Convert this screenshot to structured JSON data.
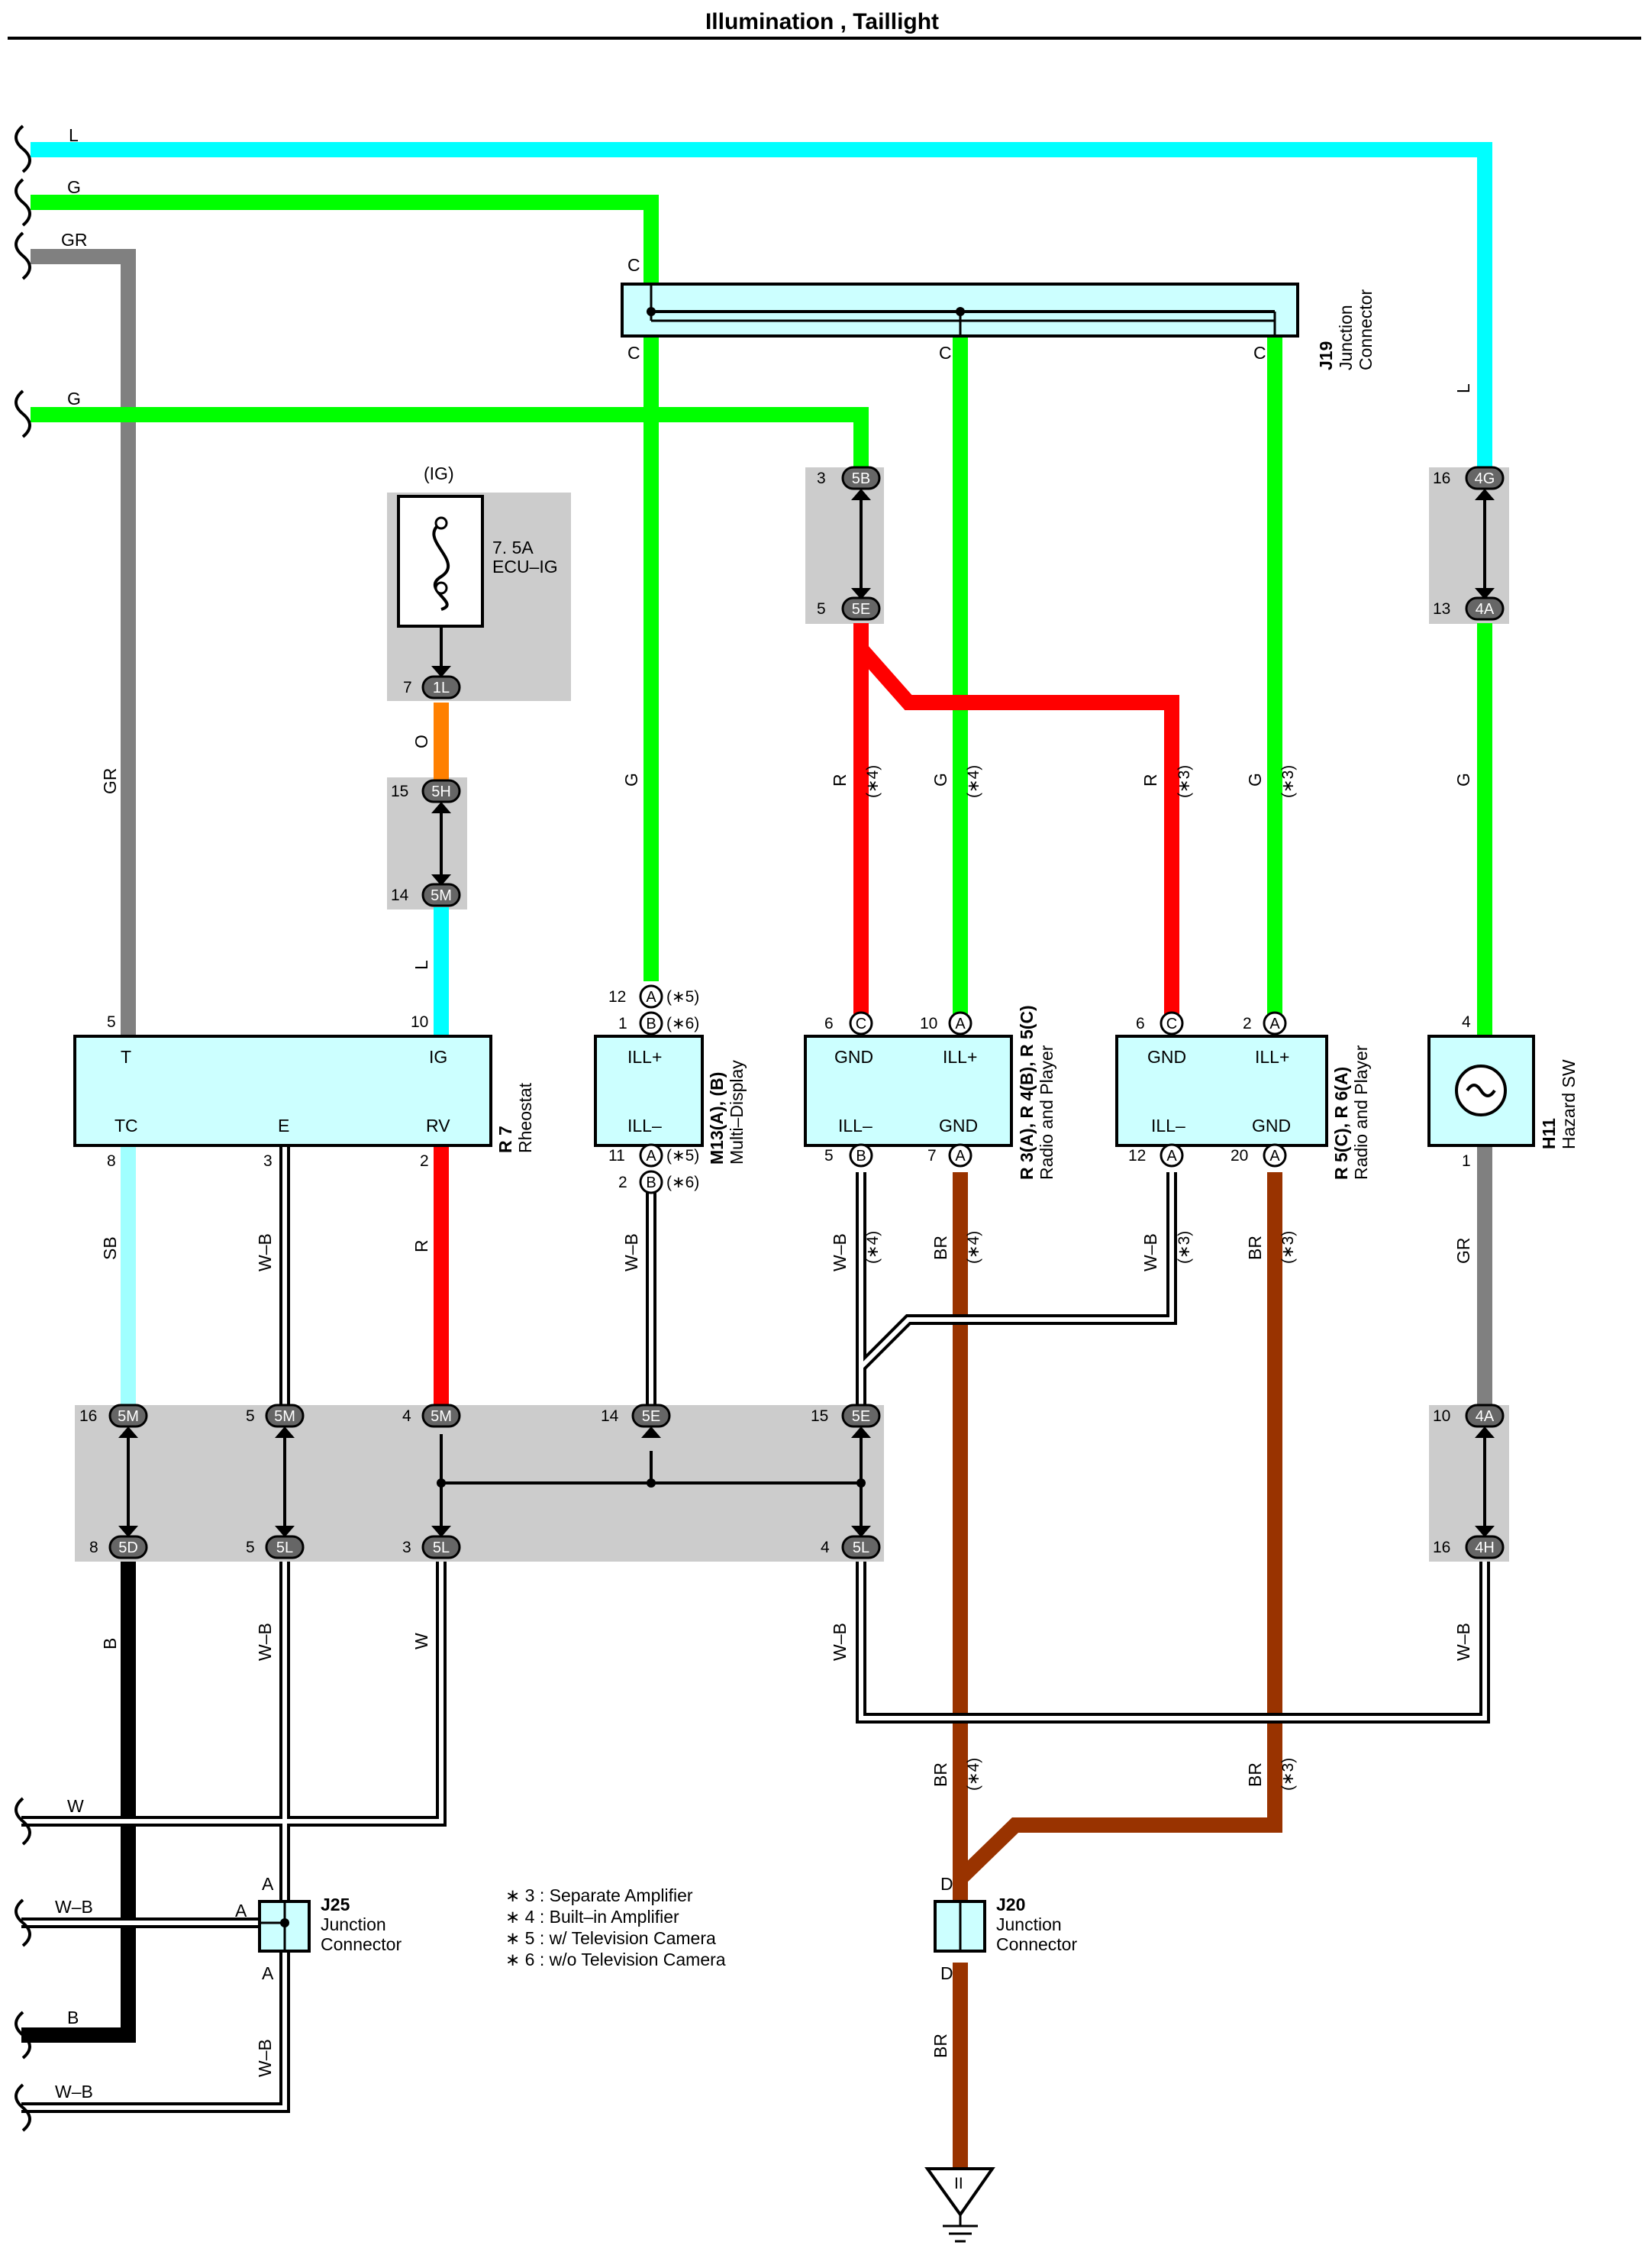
{
  "title": "Illumination , Taillight",
  "colors": {
    "L": "#00ffff",
    "G": "#00ff00",
    "GR": "#808080",
    "O": "#ff8000",
    "R": "#ff0000",
    "SB": "#a0ffff",
    "BR": "#993300",
    "B": "#000000",
    "W": "#ffffff",
    "panel": "#cccccc",
    "component": "#ccffff"
  },
  "wire_labels": {
    "L": "L",
    "G": "G",
    "GR": "GR",
    "O": "O",
    "R": "R",
    "SB": "SB",
    "WB": "W–B",
    "W": "W",
    "B": "B",
    "BR": "BR"
  },
  "notes": {
    "n3": "(∗3)",
    "n4": "(∗4)",
    "n5": "(∗5)",
    "n6": "(∗6)"
  },
  "fuse": {
    "source": "(IG)",
    "rating": "7. 5A",
    "name": "ECU–IG"
  },
  "components": {
    "j19": {
      "id": "J19",
      "name": "Junction",
      "name2": "Connector",
      "pin": "C"
    },
    "r7": {
      "id": "R 7",
      "name": "Rheostat",
      "t": "T",
      "ig": "IG",
      "tc": "TC",
      "e": "E",
      "rv": "RV"
    },
    "m13": {
      "id": "M13(A), (B)",
      "name": "Multi–Display",
      "illp": "ILL+",
      "illm": "ILL–"
    },
    "r3": {
      "id": "R 3(A), R 4(B), R 5(C)",
      "name": "Radio and Player",
      "gnd": "GND",
      "illp": "ILL+",
      "illm": "ILL–"
    },
    "r5": {
      "id": "R 5(C), R 6(A)",
      "name": "Radio and Player",
      "gnd": "GND",
      "illp": "ILL+",
      "illm": "ILL–"
    },
    "h11": {
      "id": "H11",
      "name": "Hazard SW"
    },
    "j25": {
      "id": "J25",
      "name": "Junction",
      "name2": "Connector",
      "pin": "A"
    },
    "j20": {
      "id": "J20",
      "name": "Junction",
      "name2": "Connector",
      "pin": "D"
    }
  },
  "pins": {
    "p1": "1",
    "p2": "2",
    "p3": "3",
    "p4": "4",
    "p5": "5",
    "p6": "6",
    "p7": "7",
    "p8": "8",
    "p10": "10",
    "p11": "11",
    "p12": "12",
    "p13": "13",
    "p14": "14",
    "p15": "15",
    "p16": "16",
    "p20": "20",
    "A": "A",
    "B": "B",
    "C": "C"
  },
  "connectors": {
    "5B": "5B",
    "5E": "5E",
    "1L": "1L",
    "5H": "5H",
    "5M": "5M",
    "4G": "4G",
    "4A": "4A",
    "5D": "5D",
    "5L": "5L",
    "4H": "4H"
  },
  "legend": [
    "∗ 3 : Separate Amplifier",
    "∗ 4 : Built–in Amplifier",
    "∗ 5 : w/ Television Camera",
    "∗ 6 : w/o Television Camera"
  ],
  "ground": "II"
}
